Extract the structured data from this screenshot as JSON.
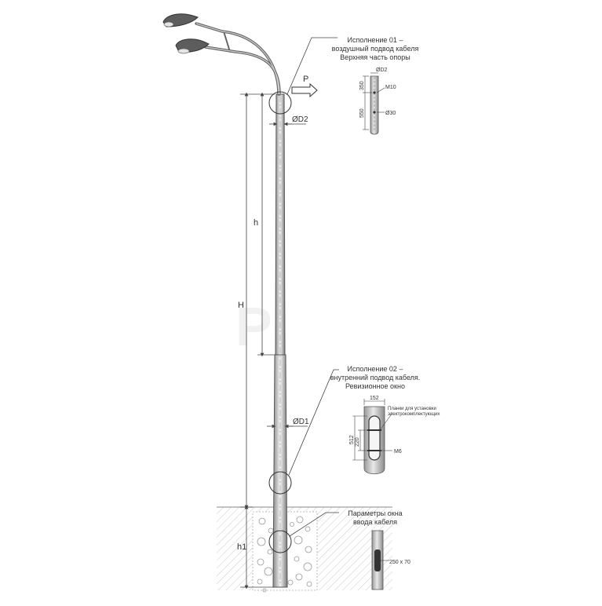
{
  "callouts": {
    "top": {
      "line1": "Исполнение 01 –",
      "line2": "воздушный подвод кабеля",
      "line3": "Верхняя часть опоры"
    },
    "middle": {
      "line1": "Исполнение 02 –",
      "line2": "внутренний подвод кабеля.",
      "line3": "Ревизионное окно"
    },
    "bottom": {
      "line1": "Параметры окна",
      "line2": "ввода кабеля"
    }
  },
  "dimensions": {
    "load": "P",
    "top_diameter": "ØD2",
    "bottom_diameter": "ØD1",
    "height_total": "H",
    "height_upper": "h",
    "depth": "h1"
  },
  "detail_top": {
    "diameter": "ØD2",
    "dim_350": "350",
    "dim_550": "550",
    "bolt": "M10",
    "hole": "Ø30"
  },
  "detail_middle": {
    "width": "152",
    "plate_label_line1": "Планки для установки",
    "plate_label_line2": "электрокомплектующих",
    "dim_512": "512",
    "dim_220": "220",
    "bolt": "M6"
  },
  "detail_bottom": {
    "window_size": "250 х 70"
  },
  "watermark": "P"
}
